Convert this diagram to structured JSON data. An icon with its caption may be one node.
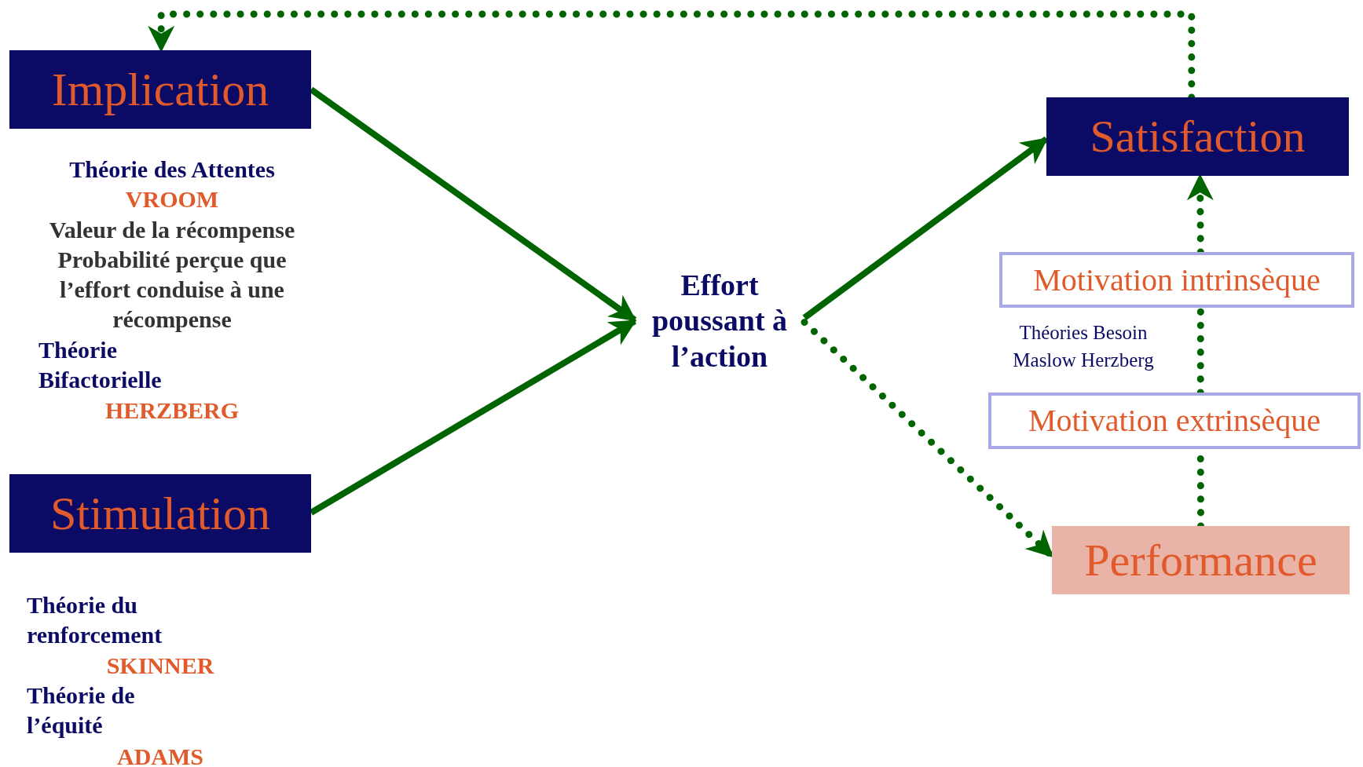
{
  "diagram": {
    "nodes": [
      {
        "text": [
          "Implication"
        ]
      },
      {
        "text": [
          "Stimulation"
        ]
      },
      {
        "text": [
          "Effort poussant à l’action"
        ]
      },
      {
        "text": [
          "Satisfaction"
        ]
      },
      {
        "text": [
          "Motivation intrinsèque"
        ]
      },
      {
        "text": [
          "Motivation extrinsèque"
        ]
      },
      {
        "text": [
          "Performance"
        ]
      }
    ],
    "edges": [
      {
        "from": 0,
        "to": 2,
        "arrow": "to"
      },
      {
        "from": 1,
        "to": 2,
        "arrow": "to"
      },
      {
        "from": 2,
        "to": 3,
        "arrow": "to"
      },
      {
        "from": 2,
        "to": 6,
        "arrow": "to",
        "style": "dashed"
      },
      {
        "from": 3,
        "to": 0,
        "arrow": "to",
        "style": "dashed"
      },
      {
        "from": 6,
        "to": 5,
        "arrow": "none",
        "style": "dashed"
      },
      {
        "from": 5,
        "to": 4,
        "arrow": "none",
        "style": "dashed"
      },
      {
        "from": 4,
        "to": 3,
        "arrow": "to",
        "style": "dashed"
      }
    ],
    "labels": [
      "Théorie des Attentes",
      "VROOM",
      "Valeur de la récompense",
      "Probabilité perçue que l’effort conduise à une récompense",
      "Théorie Bifactorielle",
      "HERZBERG",
      "Théorie du renforcement",
      "SKINNER",
      "Théorie de l’équité",
      "ADAMS",
      "Théories Besoin Maslow Herzberg"
    ]
  }
}
